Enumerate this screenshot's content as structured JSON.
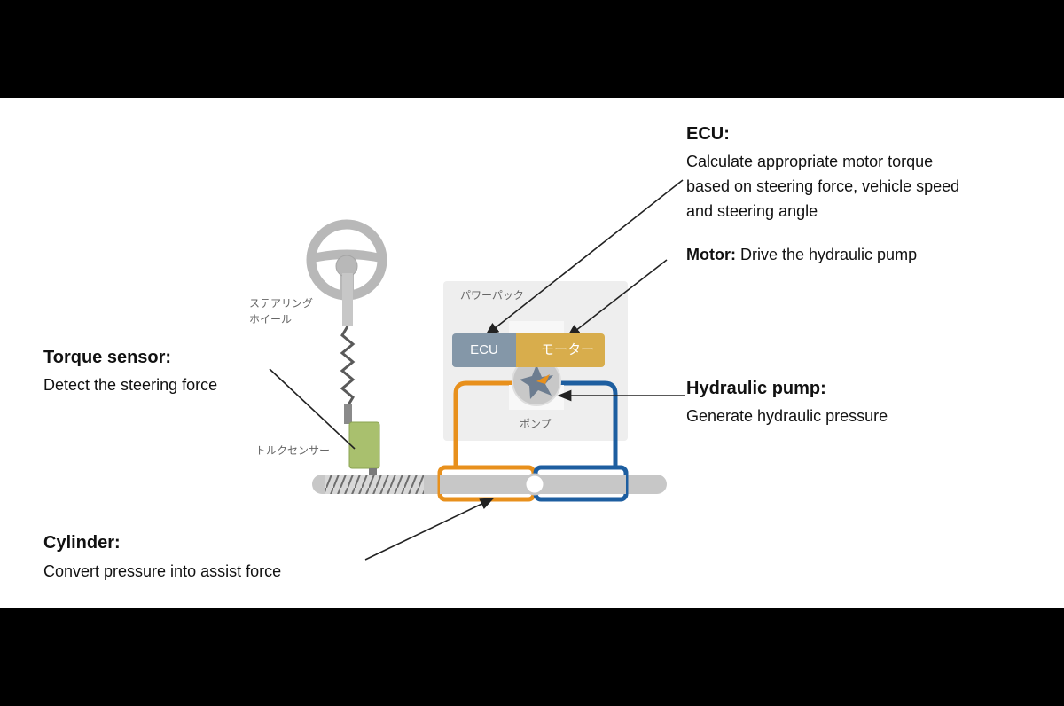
{
  "labels": {
    "ecu": {
      "heading": "ECU:",
      "lines": [
        "Calculate appropriate motor torque",
        "based on steering force, vehicle speed",
        "and steering angle"
      ]
    },
    "motor": {
      "heading": "Motor:",
      "text": " Drive the hydraulic pump"
    },
    "hydraulic_pump": {
      "heading": "Hydraulic pump:",
      "text": "Generate hydraulic pressure"
    },
    "torque_sensor": {
      "heading": "Torque sensor:",
      "text": "Detect the steering force"
    },
    "cylinder": {
      "heading": "Cylinder:",
      "text": "Convert pressure into assist force"
    }
  },
  "jp_labels": {
    "steering_wheel": [
      "ステアリング",
      "ホイール"
    ],
    "power_pack": "パワーパック",
    "ecu_box": "ECU",
    "motor_box": "モーター",
    "pump": "ポンプ",
    "torque_sensor": "トルクセンサー"
  },
  "colors": {
    "wheel": "#b8b8b8",
    "rack": "#c7c7c7",
    "ecu_box": "#8497a8",
    "motor_box": "#d8ad4c",
    "orange_line": "#e8901c",
    "blue_line": "#1d5ea0",
    "sensor": "#a9c06e",
    "panel": "#eeeeee",
    "leader": "#222222"
  }
}
